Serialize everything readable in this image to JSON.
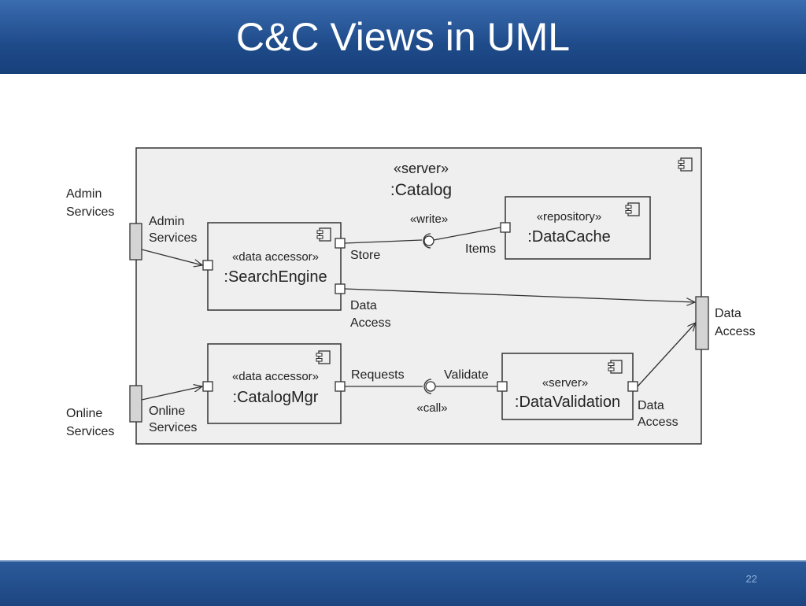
{
  "slide": {
    "title": "C&C Views in UML",
    "page_number": "22"
  },
  "diagram": {
    "outer": {
      "stereotype": "«server»",
      "name": ":Catalog"
    },
    "external_ports": {
      "admin": [
        "Admin",
        "Services"
      ],
      "online": [
        "Online",
        "Services"
      ],
      "data_access": [
        "Data",
        "Access"
      ]
    },
    "components": {
      "search_engine": {
        "stereotype": "«data accessor»",
        "name": ":SearchEngine",
        "port_in": [
          "Admin",
          "Services"
        ],
        "port_store": "Store",
        "port_access": [
          "Data",
          "Access"
        ]
      },
      "data_cache": {
        "stereotype": "«repository»",
        "name": ":DataCache",
        "port_items": "Items"
      },
      "catalog_mgr": {
        "stereotype": "«data accessor»",
        "name": ":CatalogMgr",
        "port_in": [
          "Online",
          "Services"
        ],
        "port_requests": "Requests"
      },
      "data_validation": {
        "stereotype": "«server»",
        "name": ":DataValidation",
        "port_validate": "Validate",
        "port_access": [
          "Data",
          "Access"
        ]
      }
    },
    "connectors": {
      "write": "«write»",
      "call": "«call»"
    }
  }
}
